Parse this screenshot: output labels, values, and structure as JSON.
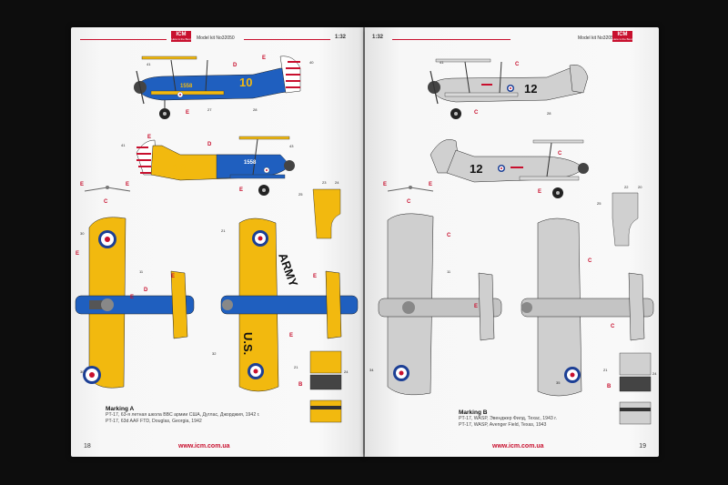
{
  "header": {
    "left_model": "Model kit No32050",
    "left_scale": "1:32",
    "right_scale": "1:32",
    "right_model": "Model kit No32050",
    "logo": "ICM",
    "logo_sub": "Here is the Best"
  },
  "marking_a": {
    "title": "Marking A",
    "line1": "PT-17, 63-я летная школа ВВС армии США, Дуглас, Джорджия, 1942 г.",
    "line2": "PT-17, 63d AAF FTD, Douglas, Georgia, 1942",
    "fuselage_number": "10",
    "tail_number": "1558",
    "wing_text_1": "ARMY",
    "wing_text_2": "U.S."
  },
  "marking_b": {
    "title": "Marking B",
    "line1": "PT-17, WASP, Эвенджер Филд, Техас, 1943 г.",
    "line2": "PT-17, WASP, Avenger Field, Texas, 1943",
    "fuselage_number": "12"
  },
  "footer": {
    "left_page": "18",
    "right_page": "19",
    "url": "www.icm.com.ua"
  },
  "colors": {
    "blue": "#1f5fbf",
    "yellow": "#f2b90f",
    "grey": "#cfcfcf",
    "red": "#c8102e"
  }
}
